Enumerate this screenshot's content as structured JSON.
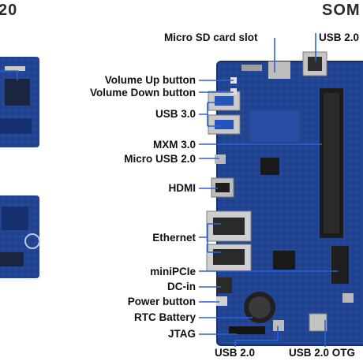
{
  "headers": {
    "left": "20",
    "right": "SOM"
  },
  "labels": {
    "micro_sd": "Micro SD card slot",
    "usb20_top": "USB 2.0",
    "vol_up": "Volume Up button",
    "vol_down": "Volume Down button",
    "usb30": "USB 3.0",
    "mxm30": "MXM 3.0",
    "micro_usb": "Micro USB 2.0",
    "hdmi": "HDMI",
    "ethernet": "Ethernet",
    "minipcie": "miniPCIe",
    "dcin": "DC-in",
    "power": "Power button",
    "rtc": "RTC Battery",
    "jtag": "JTAG",
    "usb20_bottom": "USB 2.0",
    "usb20_otg": "USB 2.0 OTG"
  },
  "colors": {
    "board": "#1f3f8a",
    "leader": "#2a62d6",
    "text": "#111111"
  }
}
